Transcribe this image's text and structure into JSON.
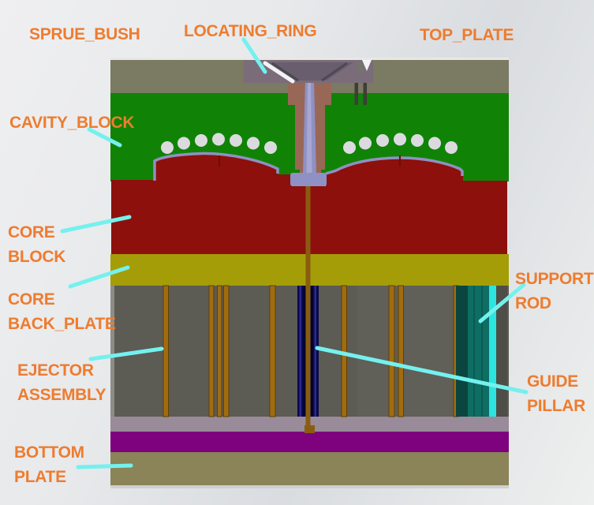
{
  "labels": {
    "sprue_bush": {
      "text": "SPRUE_BUSH"
    },
    "locating_ring": {
      "text": "LOCATING_RING"
    },
    "top_plate": {
      "text": "TOP_PLATE"
    },
    "cavity_block": {
      "text": "CAVITY_BLOCK"
    },
    "core_block": {
      "line1": "CORE",
      "line2": "BLOCK"
    },
    "core_back_plate": {
      "line1": "CORE",
      "line2": "BACK_PLATE"
    },
    "ejector_assembly": {
      "line1": "EJECTOR",
      "line2": "ASSEMBLY"
    },
    "bottom_plate": {
      "line1": "BOTTOM",
      "line2": "PLATE"
    },
    "support_rod": {
      "line1": "SUPPORT",
      "line2": "ROD"
    },
    "guide_pillar": {
      "line1": "GUIDE",
      "line2": "PILLAR"
    }
  },
  "colors": {
    "label_orange": "#ee7c2f",
    "leader_cyan": "#74f1ee",
    "top_edge_highlight": "#e8e8e4",
    "top_plate": "#7b7a62",
    "cavity_green": "#108306",
    "core_red": "#8d100c",
    "gate_dark_red": "#6e0c08",
    "parting_lavender": "#8f90c4",
    "sprue_channel_light": "#a7a8d2",
    "cooling_dot": "#dbdbdf",
    "back_plate_yellow": "#a49d08",
    "housing_gray": "#5c5b54",
    "housing_gray_light": "#64635b",
    "housing_edge_light": "#8d8d86",
    "pin_gold": "#a06c10",
    "pin_edge": "#5e3f06",
    "pillar_navy": "#0a0a4a",
    "pillar_blue": "#2a2a8e",
    "pillar_dark": "#04042c",
    "rod_brown": "#8a5c10",
    "support_teal_dark": "#0a4540",
    "support_teal": "#0e6e64",
    "support_teal_streak": "#0a5a52",
    "support_cyan": "#2ce4e0",
    "support_edge_gray": "#4e4d47",
    "retainer_mauve": "#998b99",
    "ejector_plate_magenta": "#7e027e",
    "bottom_plate_olive": "#8a8458",
    "ring_purple": "#7b6c79",
    "funnel_dark": "#685e6d",
    "funnel_line": "#4f4754",
    "highlight_white": "#f2f3f5",
    "bush_brown": "#996756",
    "screw_dark": "#3e3d37",
    "screw_gap_gray": "#75746c",
    "mold_shadow": "#cfd0d1"
  }
}
